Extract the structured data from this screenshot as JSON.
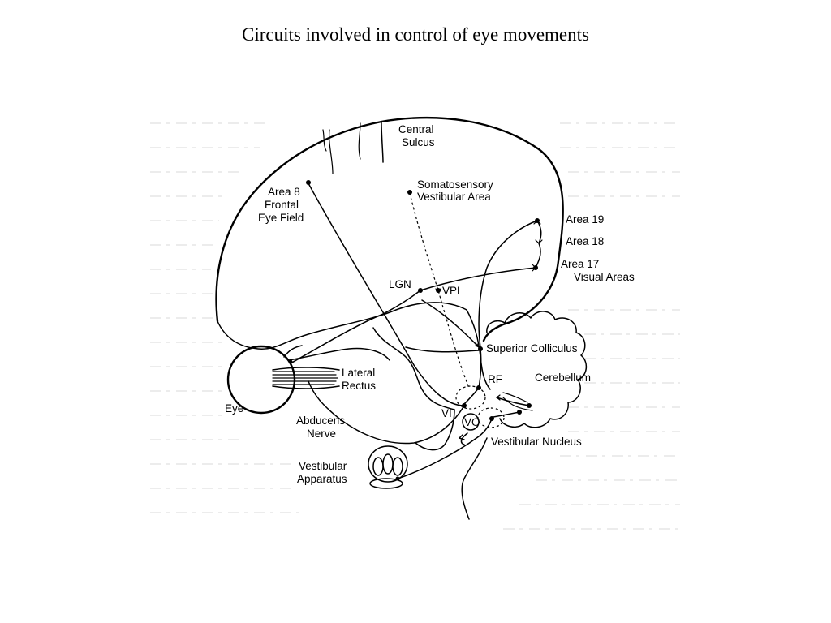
{
  "title": "Circuits involved in control of eye movements",
  "labels": {
    "central_sulcus_1": "Central",
    "central_sulcus_2": "Sulcus",
    "area8_1": "Area 8",
    "area8_2": "Frontal",
    "area8_3": "Eye Field",
    "somato_1": "Somatosensory",
    "somato_2": "Vestibular Area",
    "area19": "Area 19",
    "area18": "Area 18",
    "area17_1": "Area 17",
    "area17_2": "Visual Areas",
    "lgn": "LGN",
    "vpl": "VPL",
    "superior_colliculus": "Superior Colliculus",
    "rf": "RF",
    "cerebellum": "Cerebellum",
    "lateral_rectus_1": "Lateral",
    "lateral_rectus_2": "Rectus",
    "eye": "Eye",
    "vi": "VI",
    "vo": "VO",
    "abducens_1": "Abducens",
    "abducens_2": "Nerve",
    "vestibular_nucleus": "Vestibular Nucleus",
    "vestibular_apparatus_1": "Vestibular",
    "vestibular_apparatus_2": "Apparatus"
  }
}
